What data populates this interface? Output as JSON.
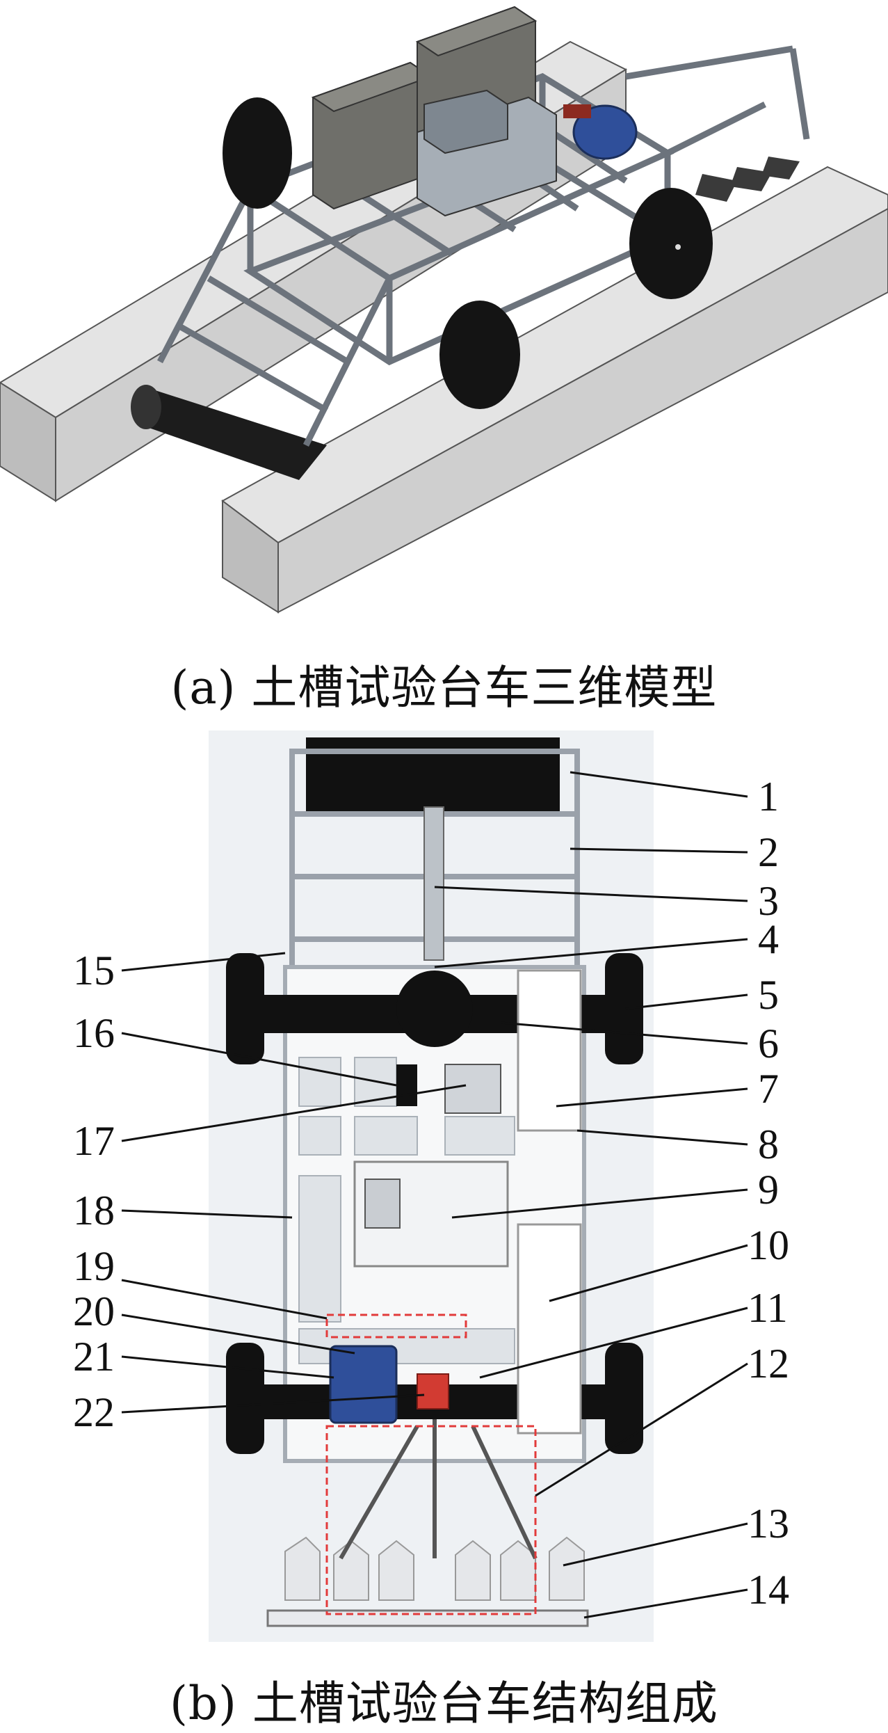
{
  "figure": {
    "panel_a": {
      "label": "(a)",
      "caption": "土槽试验台车三维模型"
    },
    "panel_b": {
      "label": "(b)",
      "caption": "土槽试验台车结构组成",
      "part_numbers": [
        "1",
        "2",
        "3",
        "4",
        "5",
        "6",
        "7",
        "8",
        "9",
        "10",
        "11",
        "12",
        "13",
        "14",
        "15",
        "16",
        "17",
        "18",
        "19",
        "20",
        "21",
        "22"
      ]
    },
    "colors": {
      "frame": "#8f97a0",
      "rail": "#d3d3d3",
      "wheel": "#141414",
      "motor": "#2f4f9a",
      "box": "#6f6f6a",
      "highlight_box": "#e23b3b",
      "background_b": "#eef1f4"
    }
  }
}
